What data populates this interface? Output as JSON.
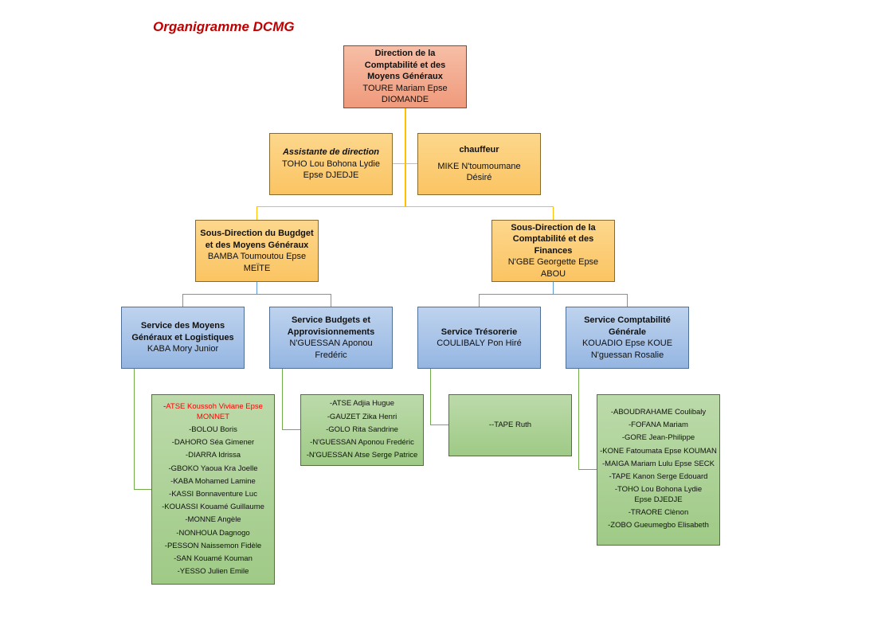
{
  "title": "Organigramme DCMG",
  "colors": {
    "title": "#c00000",
    "direction_box": "#f4a78a",
    "gold_box": "#fcc96e",
    "blue_box": "#a8c4e8",
    "green_box": "#aed296",
    "gold_connector": "#ffc000",
    "blue_connector": "#5b9bd5",
    "green_connector": "#70ad47",
    "highlight_member": "#ff0000"
  },
  "direction": {
    "head": "Direction de la Comptabilité et des Moyens Généraux",
    "person": "TOURE Mariam Epse DIOMANDE"
  },
  "staff": [
    {
      "head": "Assistante de direction",
      "person": "TOHO Lou Bohona Lydie Epse DJEDJE"
    },
    {
      "head": "chauffeur",
      "person": "MIKE N'toumoumane Désiré"
    }
  ],
  "sous_directions": [
    {
      "head": "Sous-Direction du Bugdget et des Moyens Généraux",
      "person": "BAMBA Toumoutou Epse MEÏTE"
    },
    {
      "head": "Sous-Direction de la Comptabilité et des Finances",
      "person": "N'GBE Georgette Epse ABOU"
    }
  ],
  "services": [
    {
      "head": "Service des Moyens Généraux et Logistiques",
      "person": "KABA Mory Junior",
      "members": [
        "ATSE Koussoh Viviane Epse MONNET",
        "-BOLOU Boris",
        "-DAHORO Séa Gimener",
        "-DIARRA Idrissa",
        "-GBOKO Yaoua Kra Joelle",
        "-KABA Mohamed Lamine",
        "-KASSI Bonnaventure Luc",
        "-KOUASSI Kouamé Guillaume",
        "-MONNE Angèle",
        "-NONHOUA Dagnogo",
        "-PESSON Naissemon Fidèle",
        "-SAN Kouamé Kouman",
        "-YESSO Julien Emile"
      ]
    },
    {
      "head": "Service Budgets et Approvisionnements",
      "person": "N'GUESSAN Aponou Fredéric",
      "members": [
        "-ATSE Adjia Hugue",
        "-GAUZET Zika Henri",
        "-GOLO Rita Sandrine",
        "-N'GUESSAN Aponou Fredéric",
        "-N'GUESSAN Atse Serge Patrice"
      ]
    },
    {
      "head": "Service Trésorerie",
      "person": "COULIBALY Pon Hiré",
      "members": [
        "--TAPE Ruth"
      ]
    },
    {
      "head": "Service Comptabilité Générale",
      "person": "KOUADIO Epse KOUE N'guessan Rosalie",
      "members": [
        "-ABOUDRAHAME Coulibaly",
        "-FOFANA Mariam",
        "-GORE Jean-Philippe",
        "-KONE Fatoumata Epse KOUMAN",
        "-MAIGA Mariam Lulu Epse SECK",
        "-TAPE Kanon Serge Edouard",
        "-TOHO Lou Bohona Lydie Epse DJEDJE",
        "-TRAORE Clènon",
        "-ZOBO Gueumegbo Elisabeth"
      ]
    }
  ],
  "highlight": {
    "dash": "-"
  }
}
